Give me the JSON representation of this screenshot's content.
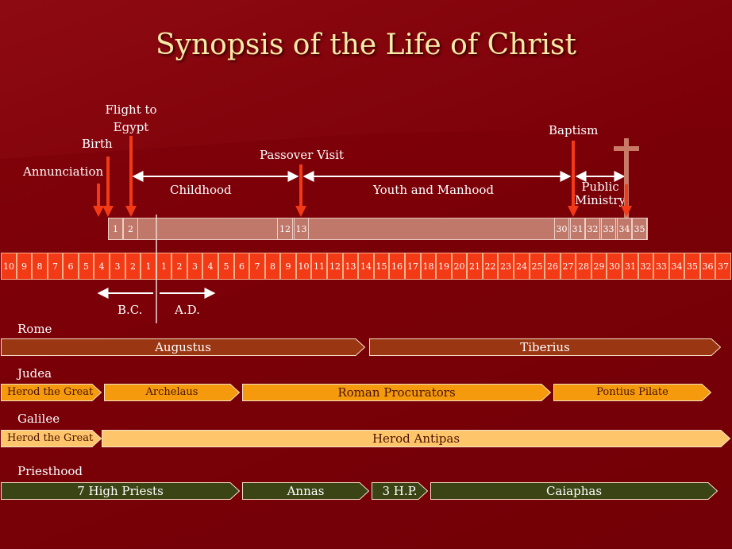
{
  "title": "Synopsis of the Life of Christ",
  "events": {
    "annunciation": "Annunciation",
    "birth": "Birth",
    "flight": "Flight to\nEgypt",
    "passover": "Passover Visit",
    "baptism": "Baptism"
  },
  "periods": {
    "childhood": "Childhood",
    "youth": "Youth and Manhood",
    "ministry": "Public\nMinistry"
  },
  "era": {
    "bc": "B.C.",
    "ad": "A.D."
  },
  "age_cells": [
    "1",
    "2",
    "12",
    "13",
    "30",
    "31",
    "32",
    "33",
    "34",
    "35"
  ],
  "years": {
    "bc": [
      "10",
      "9",
      "8",
      "7",
      "6",
      "5",
      "4",
      "3",
      "2",
      "1"
    ],
    "ad": [
      "1",
      "2",
      "3",
      "4",
      "5",
      "6",
      "7",
      "8",
      "9",
      "10",
      "11",
      "12",
      "13",
      "14",
      "15",
      "16",
      "17",
      "18",
      "19",
      "20",
      "21",
      "22",
      "23",
      "24",
      "25",
      "26",
      "27",
      "28",
      "29",
      "30",
      "31",
      "32",
      "33",
      "34",
      "35",
      "36",
      "37"
    ]
  },
  "rows": [
    {
      "name": "Rome",
      "bands": [
        {
          "label": "Augustus",
          "color": "#9a3612",
          "text_color": "#ffffff"
        },
        {
          "label": "Tiberius",
          "color": "#9a3612",
          "text_color": "#ffffff"
        }
      ]
    },
    {
      "name": "Judea",
      "bands": [
        {
          "label": "Herod the Great",
          "color": "#f49a0c",
          "text_color": "#4a1200"
        },
        {
          "label": "Archelaus",
          "color": "#f49a0c",
          "text_color": "#4a1200"
        },
        {
          "label": "Roman Procurators",
          "color": "#f49a0c",
          "text_color": "#4a1200"
        },
        {
          "label": "Pontius Pilate",
          "color": "#f49a0c",
          "text_color": "#4a1200"
        }
      ]
    },
    {
      "name": "Galilee",
      "bands": [
        {
          "label": "Herod the Great",
          "color": "#fec56a",
          "text_color": "#4a1200"
        },
        {
          "label": "Herod Antipas",
          "color": "#fec56a",
          "text_color": "#4a1200"
        }
      ]
    },
    {
      "name": "Priesthood",
      "bands": [
        {
          "label": "7 High Priests",
          "color": "#3a4414",
          "text_color": "#ffffff"
        },
        {
          "label": "Annas",
          "color": "#3a4414",
          "text_color": "#ffffff"
        },
        {
          "label": "3 H.P.",
          "color": "#3a4414",
          "text_color": "#ffffff"
        },
        {
          "label": "Caiaphas",
          "color": "#3a4414",
          "text_color": "#ffffff"
        }
      ]
    }
  ],
  "colors": {
    "arrow": "#f23a16",
    "cross": "#c87a66",
    "title": "#fbeaa8"
  },
  "icons": {
    "cross": "cross-icon"
  }
}
